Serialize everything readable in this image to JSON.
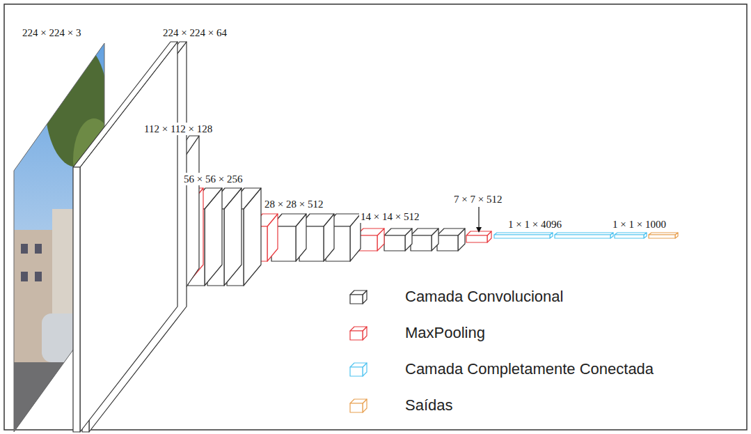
{
  "diagram": {
    "labels": [
      "224 × 224 × 3",
      "224 × 224 × 64",
      "112 × 112 × 128",
      "56 × 56 × 256",
      "28 × 28 × 512",
      "14 × 14 × 512",
      "7 × 7 × 512",
      "1 × 1 × 4096",
      "1 × 1 × 1000"
    ],
    "legend": [
      {
        "text": "Camada Convolucional",
        "color": "#333333"
      },
      {
        "text": "MaxPooling",
        "color": "#e8383d"
      },
      {
        "text": "Camada Completamente Conectada",
        "color": "#4fc3f0"
      },
      {
        "text": "Saídas",
        "color": "#e8a050"
      }
    ]
  }
}
